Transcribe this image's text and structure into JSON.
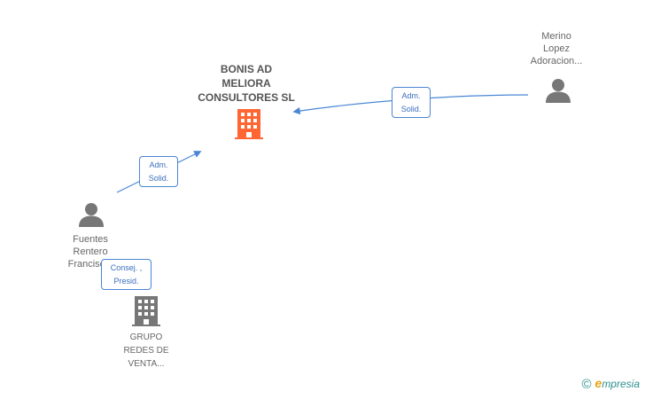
{
  "nodes": {
    "center_company": {
      "label": "BONIS AD\nMELIORA\nCONSULTORES SL",
      "color": "#ff6633"
    },
    "person_merino": {
      "label": "Merino\nLopez\nAdoracion..."
    },
    "person_fuentes": {
      "label": "Fuentes\nRentero\nFrancisc..."
    },
    "company_grupo": {
      "label": "GRUPO\nREDES DE\nVENTA..."
    }
  },
  "edges": {
    "merino_to_center": {
      "label": "Adm.\nSolid."
    },
    "fuentes_to_center": {
      "label": "Adm.\nSolid."
    },
    "fuentes_to_grupo": {
      "label": "Consej. ,\nPresid."
    }
  },
  "colors": {
    "edge": "#4a86d4",
    "person_icon": "#777777",
    "company_icon": "#777777"
  },
  "brand": {
    "copyright": "©",
    "e": "e",
    "rest": "mpresia"
  }
}
